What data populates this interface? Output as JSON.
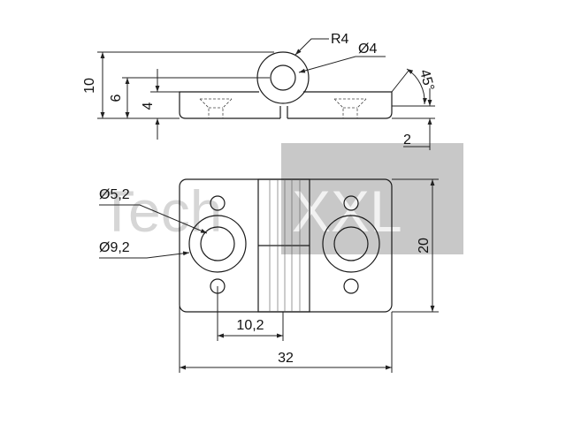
{
  "watermark": {
    "text_left": "Tech",
    "text_right": "XXL",
    "box_color": "#c8c8c8",
    "text_color": "#d6d6d6"
  },
  "dimensions": {
    "radius": "R4",
    "pin_diameter": "Ø4",
    "angle": "45°",
    "height_total": "10",
    "height_axis": "6",
    "plate_thickness": "4",
    "gap": "2",
    "bore_diameter": "Ø5,2",
    "counterbore_diameter": "Ø9,2",
    "width": "20",
    "hole_spacing": "10,2",
    "length": "32"
  },
  "colors": {
    "line": "#222222",
    "background": "#ffffff"
  }
}
